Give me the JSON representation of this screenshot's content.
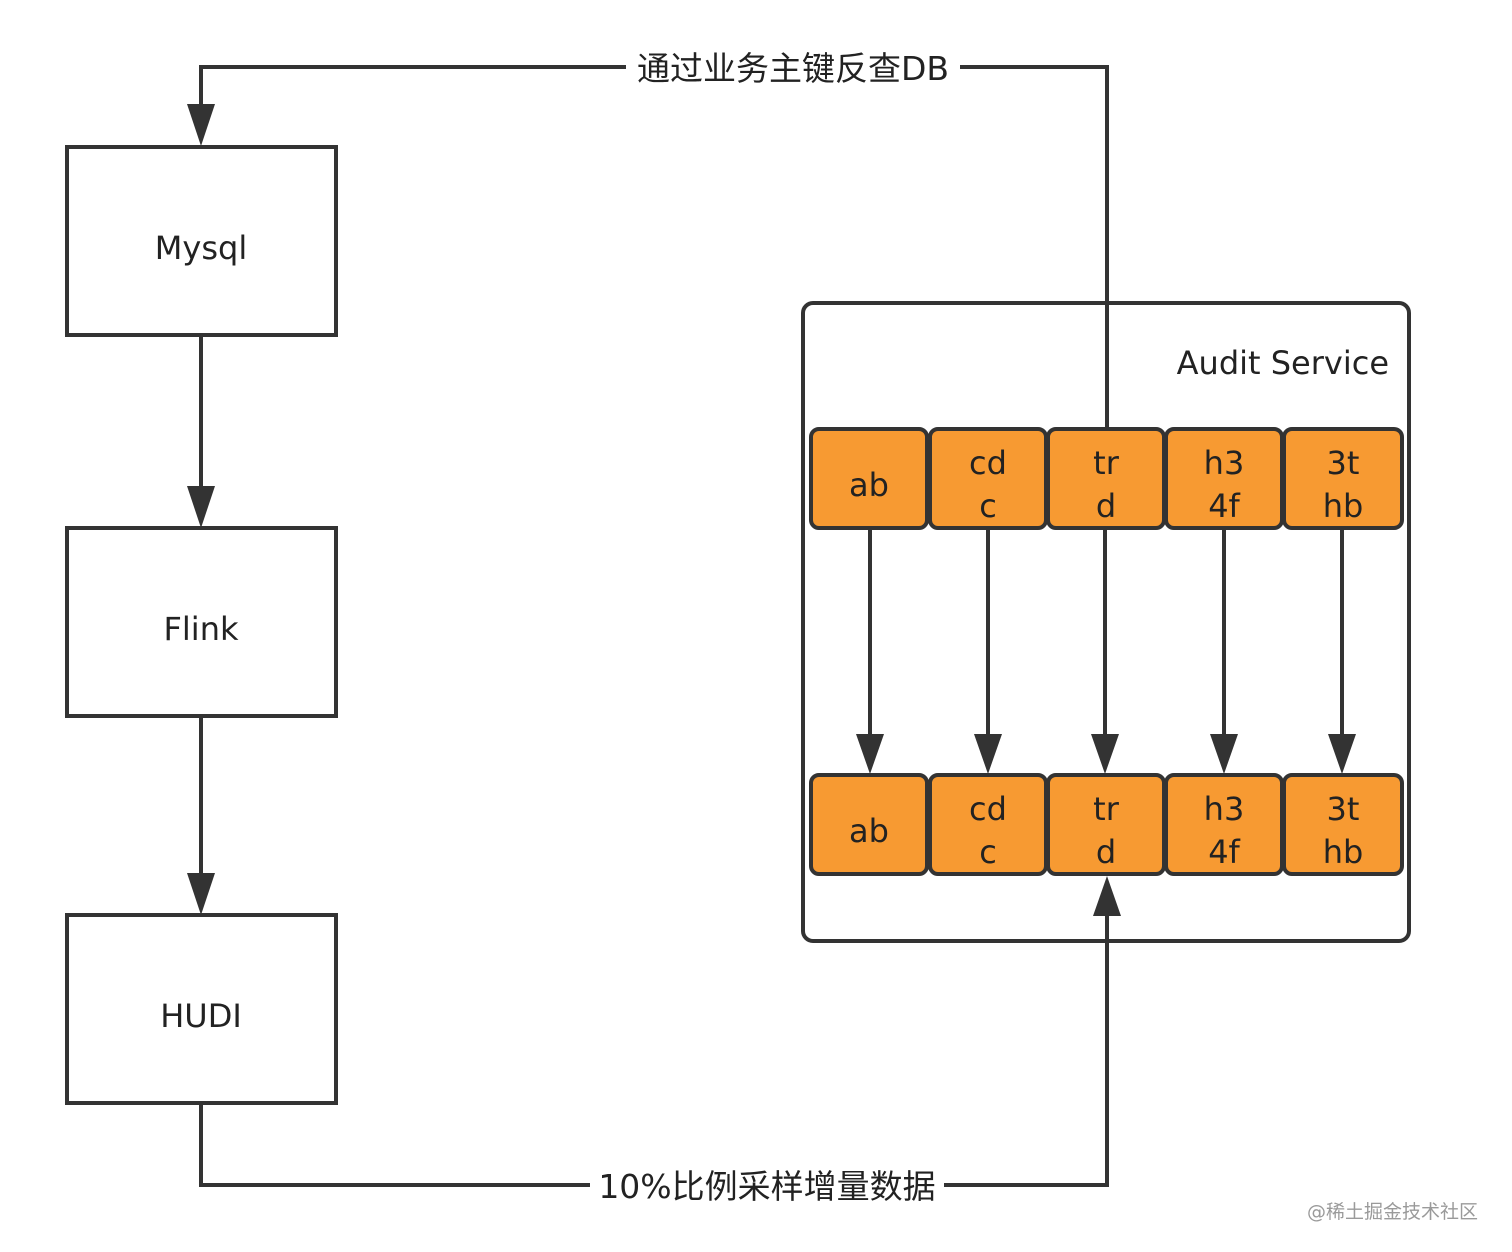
{
  "nodes": {
    "mysql": "Mysql",
    "flink": "Flink",
    "hudi": "HUDI"
  },
  "audit_service": {
    "title": "Audit Service",
    "top_row": [
      {
        "line1": "ab",
        "line2": ""
      },
      {
        "line1": "cd",
        "line2": "c"
      },
      {
        "line1": "tr",
        "line2": "d"
      },
      {
        "line1": "h3",
        "line2": "4f"
      },
      {
        "line1": "3t",
        "line2": "hb"
      }
    ],
    "bottom_row": [
      {
        "line1": "ab",
        "line2": ""
      },
      {
        "line1": "cd",
        "line2": "c"
      },
      {
        "line1": "tr",
        "line2": "d"
      },
      {
        "line1": "h3",
        "line2": "4f"
      },
      {
        "line1": "3t",
        "line2": "hb"
      }
    ]
  },
  "edges": {
    "top_label": "通过业务主键反查DB",
    "bottom_label": "10%比例采样增量数据"
  },
  "watermark": "@稀土掘金技术社区",
  "colors": {
    "cell_fill": "#f79a32",
    "stroke": "#333333"
  }
}
